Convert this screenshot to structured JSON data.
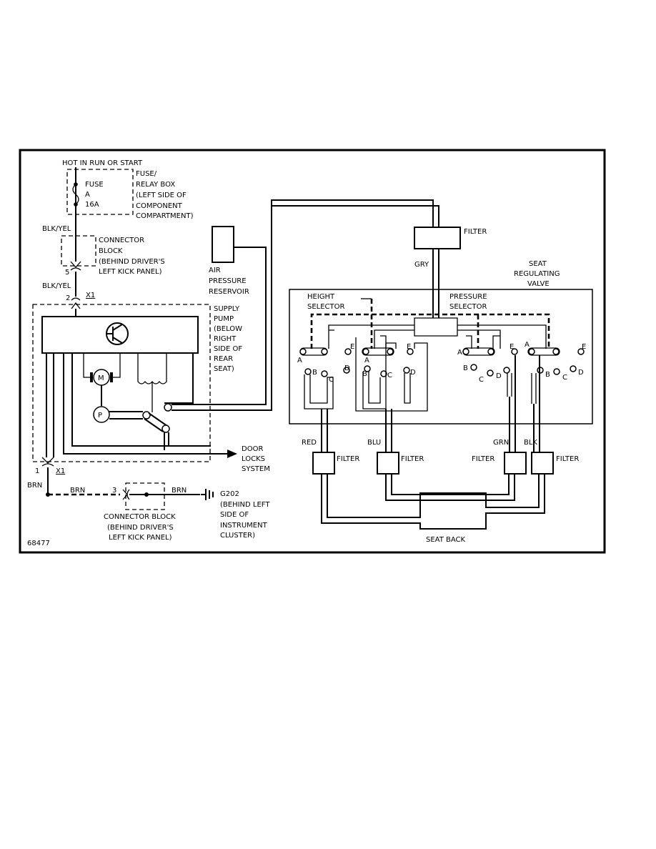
{
  "power": {
    "hot_label": "HOT IN RUN OR START",
    "fuse_label": "FUSE",
    "fuse_id": "A",
    "fuse_rating": "16A",
    "fuse_box": [
      "FUSE/",
      "RELAY BOX",
      "(LEFT SIDE OF",
      "COMPONENT",
      "COMPARTMENT)"
    ]
  },
  "wires": {
    "blk_yel_1": "BLK/YEL",
    "blk_yel_2": "BLK/YEL",
    "brn_1": "BRN",
    "brn_2": "BRN",
    "brn_3": "BRN",
    "red": "RED",
    "blu": "BLU",
    "grn": "GRN",
    "blk": "BLK",
    "gry": "GRY"
  },
  "connector_block_top": [
    "CONNECTOR",
    "BLOCK",
    "(BEHIND DRIVER'S",
    "LEFT KICK PANEL)"
  ],
  "pins": {
    "p5": "5",
    "p2": "2",
    "p1": "1",
    "p3": "3",
    "x1_top": "X1",
    "x1_bottom": "X1"
  },
  "supply_pump": [
    "SUPPLY",
    "PUMP",
    "(BELOW",
    "RIGHT",
    "SIDE OF",
    "REAR",
    "SEAT)"
  ],
  "motor_symbol": "M",
  "pump_symbol": "P",
  "door_locks": [
    "DOOR",
    "LOCKS",
    "SYSTEM"
  ],
  "connector_block_bottom": [
    "CONNECTOR BLOCK",
    "(BEHIND DRIVER'S",
    "LEFT KICK PANEL)"
  ],
  "ground": [
    "G202",
    "(BEHIND LEFT",
    "SIDE OF",
    "INSTRUMENT",
    "CLUSTER)"
  ],
  "air_reservoir": [
    "AIR",
    "PRESSURE",
    "RESERVOIR"
  ],
  "filters": {
    "top": "FILTER",
    "red": "FILTER",
    "blu": "FILTER",
    "grn": "FILTER",
    "blk": "FILTER"
  },
  "valve_label": [
    "SEAT",
    "REGULATING",
    "VALVE"
  ],
  "height_selector": [
    "HEIGHT",
    "SELECTOR"
  ],
  "pressure_selector": [
    "PRESSURE",
    "SELECTOR"
  ],
  "ports": {
    "a": "A",
    "b": "B",
    "c": "C",
    "d": "D",
    "e": "E"
  },
  "seat_back": "SEAT BACK",
  "figure_number": "68477"
}
